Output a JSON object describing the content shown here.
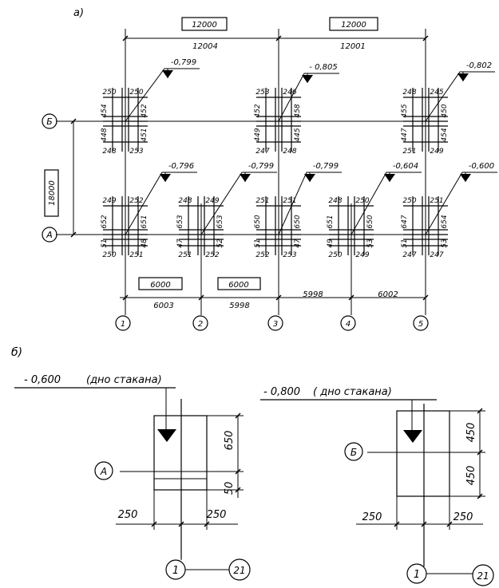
{
  "part_a": {
    "label": "a)",
    "boxed_dims": [
      "12000",
      "12000",
      "18000",
      "6000",
      "6000"
    ],
    "actual_dims_top": [
      "12004",
      "12001"
    ],
    "actual_dims_bottom": [
      "6003",
      "5998",
      "5998",
      "6002"
    ],
    "axes_letters": [
      "Б",
      "А"
    ],
    "axes_numbers": [
      "1",
      "2",
      "3",
      "4",
      "5"
    ],
    "row_b_elevations": [
      "-0,799",
      "- 0,805",
      "-0,802"
    ],
    "row_a_elevations": [
      "-0,796",
      "-0,799",
      "-0,799",
      "-0,604",
      "-0,600"
    ],
    "row_b_foundations": [
      {
        "tl": "250",
        "tr": "250",
        "ul": "454",
        "ur": "452",
        "ll": "448",
        "lr": "451",
        "bl": "248",
        "br": "253"
      },
      {
        "tl": "253",
        "tr": "246",
        "ul": "452",
        "ur": "458",
        "ll": "449",
        "lr": "445",
        "bl": "247",
        "br": "248"
      },
      {
        "tl": "248",
        "tr": "245",
        "ul": "455",
        "ur": "450",
        "ll": "447",
        "lr": "454",
        "bl": "251",
        "br": "249"
      }
    ],
    "row_a_foundations": [
      {
        "tl": "249",
        "tr": "252",
        "ul": "652",
        "ur": "651",
        "ll": "51",
        "lr": "48",
        "bl": "250",
        "br": "251"
      },
      {
        "tl": "248",
        "tr": "249",
        "ul": "653",
        "ur": "653",
        "ll": "47",
        "lr": "52",
        "bl": "251",
        "br": "252"
      },
      {
        "tl": "251",
        "tr": "251",
        "ul": "650",
        "ur": "650",
        "ll": "51",
        "lr": "47",
        "bl": "252",
        "br": "253"
      },
      {
        "tl": "248",
        "tr": "250",
        "ul": "651",
        "ur": "650",
        "ll": "49",
        "lr": "53",
        "bl": "250",
        "br": "249"
      },
      {
        "tl": "250",
        "tr": "251",
        "ul": "647",
        "ur": "654",
        "ll": "51",
        "lr": "53",
        "bl": "247",
        "br": "247"
      }
    ]
  },
  "part_b": {
    "label": "б)",
    "detail_a": {
      "elevation": "- 0,600",
      "note": "(дно стакана)",
      "axis": "А",
      "dims": [
        "650",
        "50",
        "250",
        "250"
      ],
      "axis_number": "1",
      "ref": "21"
    },
    "detail_b": {
      "elevation": "- 0,800",
      "note": "( дно стакана)",
      "axis": "Б",
      "dims": [
        "450",
        "450",
        "250",
        "250"
      ],
      "axis_number": "1",
      "ref": "21"
    }
  }
}
